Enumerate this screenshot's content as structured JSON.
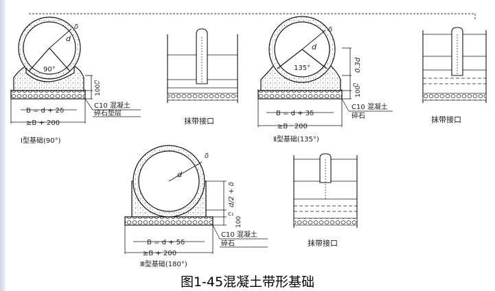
{
  "caption": "图1-45混凝土带形基础",
  "type1": {
    "angle": "90°",
    "d": "d",
    "delta": "δ",
    "c1": "c₁",
    "dim_100": "100",
    "formula_b": "B = d + 2δ",
    "formula_total": "≥B + 200",
    "legend_concrete": "C10 混凝土",
    "legend_gravel": "碎石垫层",
    "title": "Ⅰ型基础(90°)"
  },
  "type2": {
    "angle": "135°",
    "d": "d",
    "delta": "δ",
    "c1": "c₁",
    "dim_03d": "0.3d",
    "dim_100": "100",
    "formula_b": "B = d + 3δ",
    "formula_total": "≥B · 200",
    "legend_concrete": "C10 混凝土",
    "legend_gravel": "碎石",
    "title": "Ⅱ型基础(135°)"
  },
  "type3": {
    "d": "d",
    "delta": "δ",
    "c1": "c₁",
    "dim_half": "d/2 + δ",
    "dim_100": "100",
    "formula_b": "B = d + 5δ",
    "formula_total": "≥B + 200",
    "legend_concrete": "C10 混凝土",
    "legend_gravel": "碎石",
    "title": "Ⅲ型基础(180°)"
  },
  "joint_label_1": "抹带接口",
  "joint_label_2": "抹带接口",
  "joint_label_3": "抹带接口"
}
